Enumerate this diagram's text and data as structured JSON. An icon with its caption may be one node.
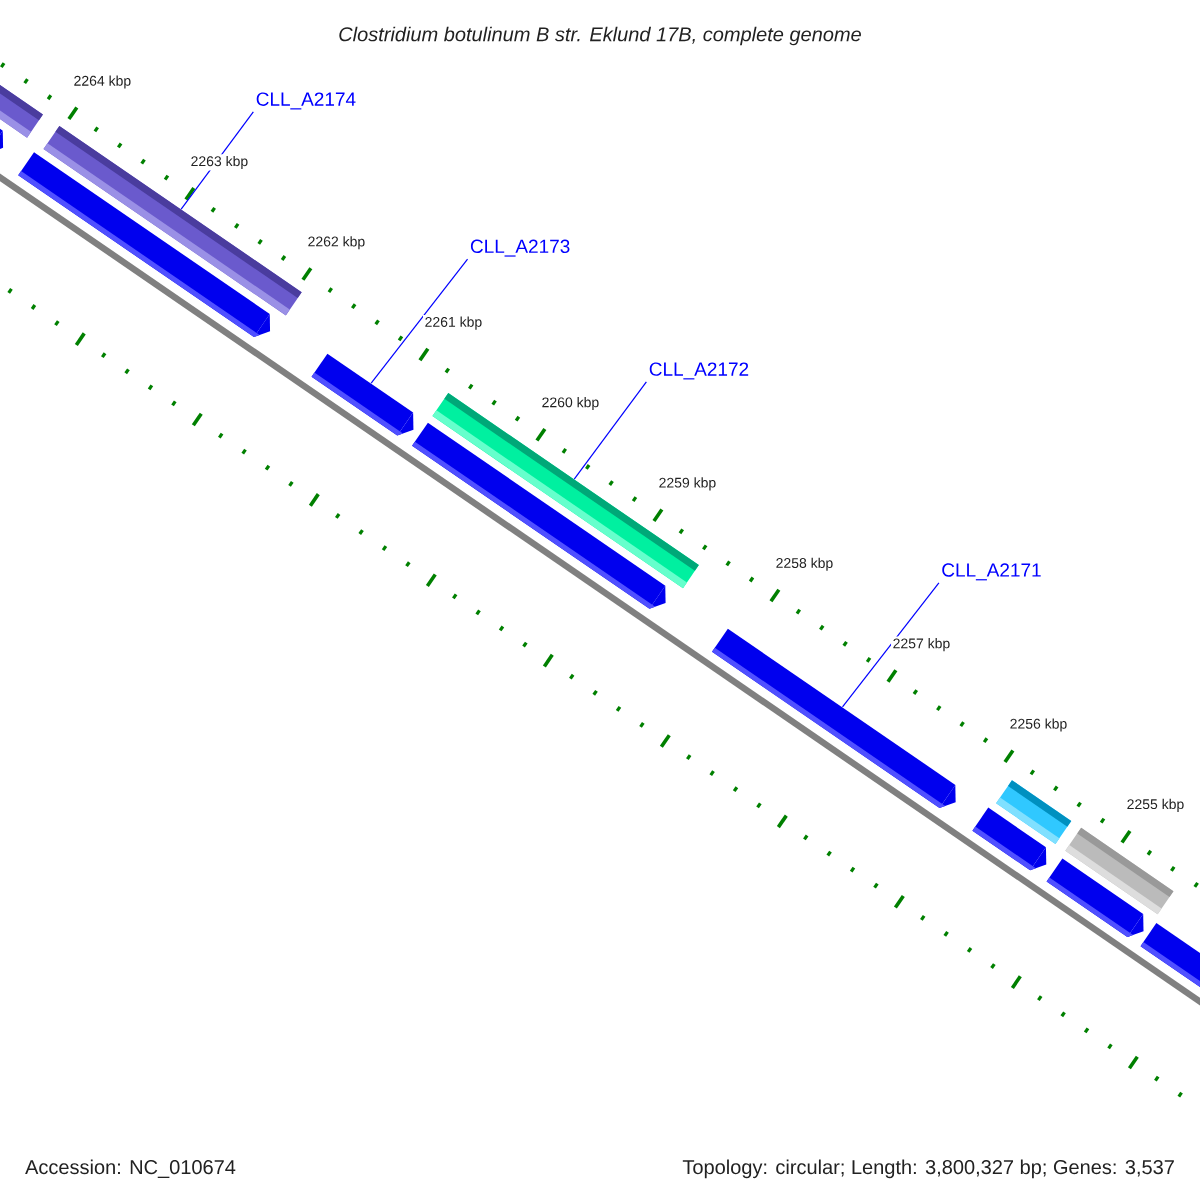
{
  "diagram": {
    "title": "Clostridium botulinum B str. Eklund 17B, complete genome",
    "nodes": [
      {
        "text": [],
        "shape": "bar"
      },
      {
        "text": [],
        "shape": "arrow"
      },
      {
        "text": [
          "CLL_A2174"
        ]
      },
      {
        "text": [],
        "shape": "bar"
      },
      {
        "text": [],
        "shape": "arrow"
      },
      {
        "text": [
          "CLL_A2173"
        ]
      },
      {
        "text": [],
        "shape": "arrow"
      },
      {
        "text": [
          "CLL_A2172"
        ]
      },
      {
        "text": [],
        "shape": "bar"
      },
      {
        "text": [],
        "shape": "arrow"
      },
      {
        "text": [
          "CLL_A2171"
        ]
      },
      {
        "text": [],
        "shape": "arrow"
      },
      {
        "text": [],
        "shape": "bar"
      },
      {
        "text": [],
        "shape": "arrow"
      },
      {
        "text": [],
        "shape": "bar"
      },
      {
        "text": [],
        "shape": "arrow"
      },
      {
        "text": [],
        "shape": "arrow"
      }
    ],
    "edges": [
      {
        "from": 2,
        "to": 3,
        "arrow": "none"
      },
      {
        "from": 5,
        "to": 6,
        "arrow": "none"
      },
      {
        "from": 7,
        "to": 8,
        "arrow": "none"
      },
      {
        "from": 10,
        "to": 11,
        "arrow": "none"
      }
    ],
    "labels": [
      "2264 kbp",
      "2263 kbp",
      "2262 kbp",
      "2261 kbp",
      "2260 kbp",
      "2259 kbp",
      "2258 kbp",
      "2257 kbp",
      "2256 kbp",
      "2255 kbp",
      "Accession: NC_010674",
      "Topology: circular; Length: 3,800,327 bp; Genes: 3,537"
    ]
  }
}
